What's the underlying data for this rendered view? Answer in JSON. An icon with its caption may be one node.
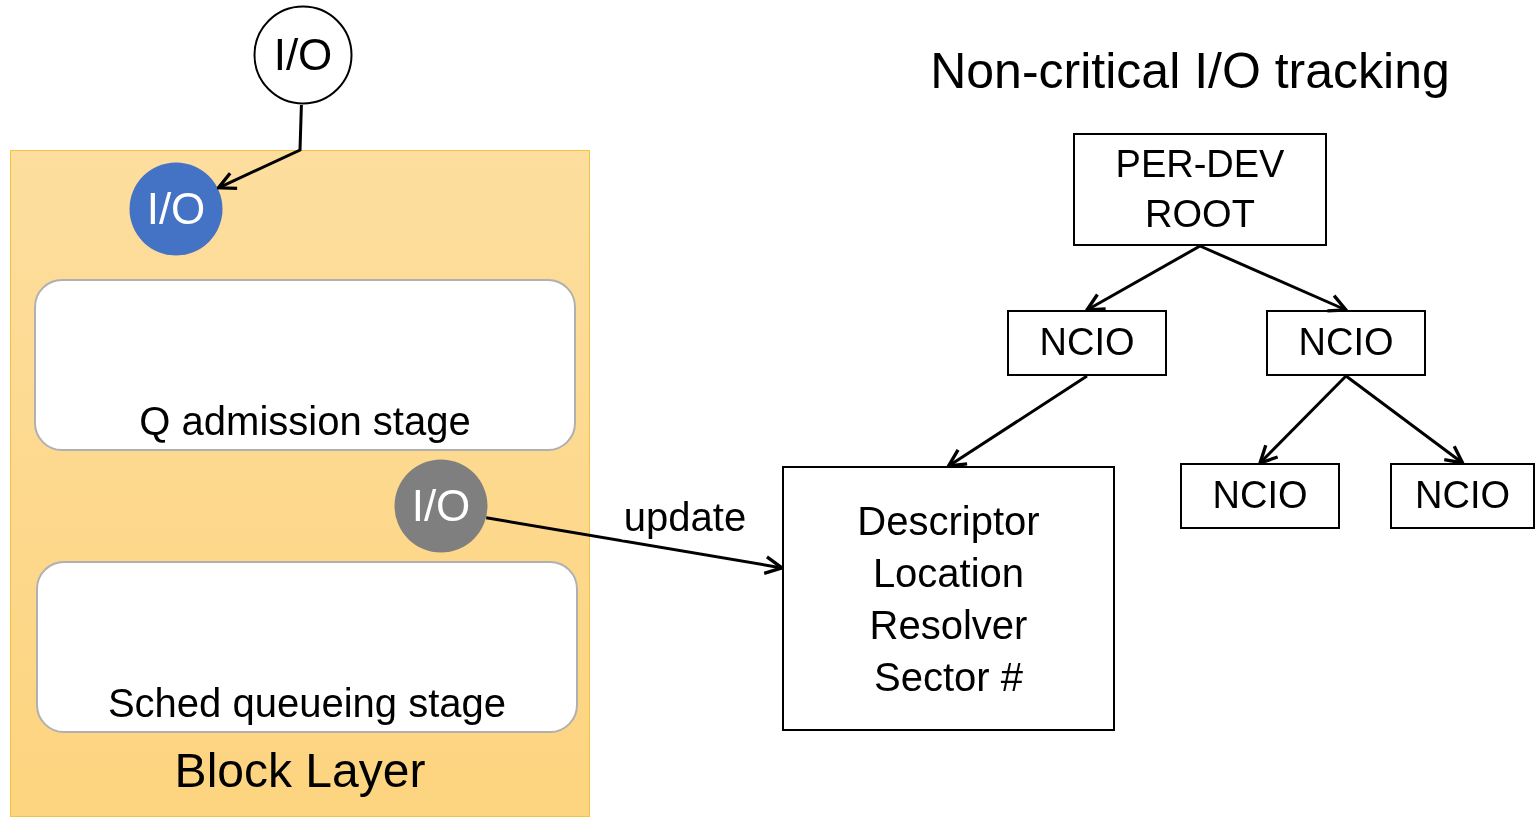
{
  "diagram": {
    "title": "Non-critical I/O tracking",
    "nodes": [
      {
        "text": [
          "I/O"
        ]
      },
      {
        "text": [
          "Block Layer"
        ]
      },
      {
        "text": [
          "I/O"
        ],
        "in": 1
      },
      {
        "text": [
          "Q admission stage"
        ],
        "in": 1
      },
      {
        "text": [
          "I/O"
        ],
        "in": 1
      },
      {
        "text": [
          "Sched queueing stage"
        ],
        "in": 1
      },
      {
        "text": [
          "PER-DEV ROOT"
        ]
      },
      {
        "text": [
          "NCIO"
        ]
      },
      {
        "text": [
          "NCIO"
        ]
      },
      {
        "text": [
          "Descriptor Location Resolver Sector #"
        ]
      },
      {
        "text": [
          "NCIO"
        ]
      },
      {
        "text": [
          "NCIO"
        ]
      }
    ],
    "edges": [
      {
        "from": 0,
        "to": 2,
        "arrow": "to"
      },
      {
        "from": 4,
        "to": 9,
        "arrow": "to",
        "label": "update"
      },
      {
        "from": 6,
        "to": 7,
        "arrow": "to"
      },
      {
        "from": 6,
        "to": 8,
        "arrow": "to"
      },
      {
        "from": 7,
        "to": 9,
        "arrow": "to"
      },
      {
        "from": 8,
        "to": 10,
        "arrow": "to"
      },
      {
        "from": 8,
        "to": 11,
        "arrow": "to"
      }
    ]
  }
}
